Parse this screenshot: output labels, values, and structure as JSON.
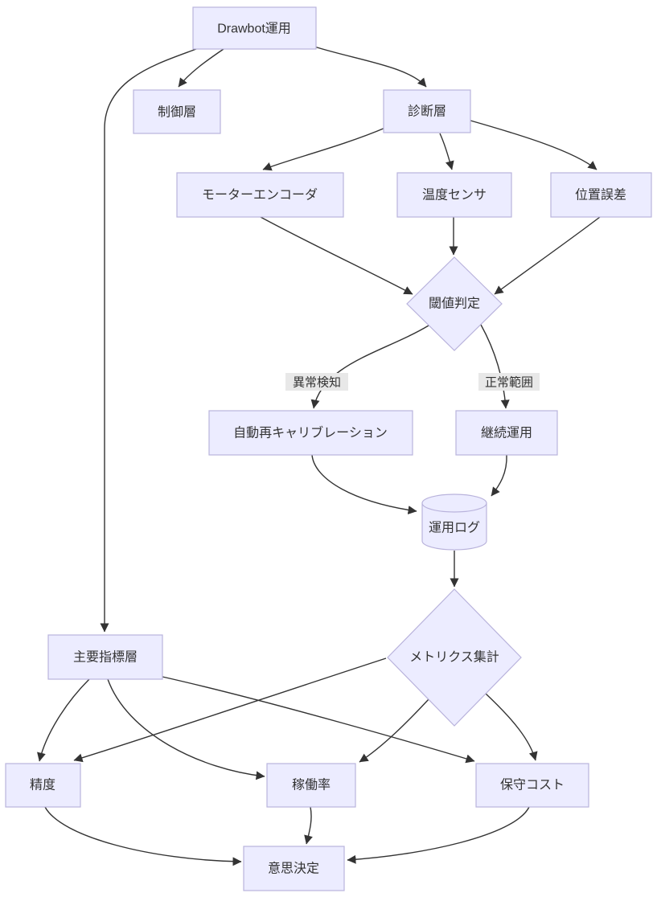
{
  "diagram": {
    "type": "flowchart",
    "nodes": {
      "root": {
        "label": "Drawbot運用",
        "shape": "rect"
      },
      "control": {
        "label": "制御層",
        "shape": "rect"
      },
      "diag": {
        "label": "診断層",
        "shape": "rect"
      },
      "encoder": {
        "label": "モーターエンコーダ",
        "shape": "rect"
      },
      "temp": {
        "label": "温度センサ",
        "shape": "rect"
      },
      "poserr": {
        "label": "位置誤差",
        "shape": "rect"
      },
      "threshold": {
        "label": "閾値判定",
        "shape": "diamond"
      },
      "recalib": {
        "label": "自動再キャリブレーション",
        "shape": "rect"
      },
      "continueop": {
        "label": "継続運用",
        "shape": "rect"
      },
      "log": {
        "label": "運用ログ",
        "shape": "cylinder"
      },
      "metrics": {
        "label": "メトリクス集計",
        "shape": "diamond"
      },
      "kpi": {
        "label": "主要指標層",
        "shape": "rect"
      },
      "accuracy": {
        "label": "精度",
        "shape": "rect"
      },
      "uptime": {
        "label": "稼働率",
        "shape": "rect"
      },
      "maintenance": {
        "label": "保守コスト",
        "shape": "rect"
      },
      "decision": {
        "label": "意思決定",
        "shape": "rect"
      }
    },
    "edge_labels": {
      "anomaly": "異常検知",
      "normal": "正常範囲"
    },
    "edges": [
      {
        "from": "root",
        "to": "control"
      },
      {
        "from": "root",
        "to": "diag"
      },
      {
        "from": "root",
        "to": "kpi"
      },
      {
        "from": "diag",
        "to": "encoder"
      },
      {
        "from": "diag",
        "to": "temp"
      },
      {
        "from": "diag",
        "to": "poserr"
      },
      {
        "from": "encoder",
        "to": "threshold"
      },
      {
        "from": "temp",
        "to": "threshold"
      },
      {
        "from": "poserr",
        "to": "threshold"
      },
      {
        "from": "threshold",
        "to": "recalib",
        "label": "異常検知"
      },
      {
        "from": "threshold",
        "to": "continueop",
        "label": "正常範囲"
      },
      {
        "from": "recalib",
        "to": "log"
      },
      {
        "from": "continueop",
        "to": "log"
      },
      {
        "from": "log",
        "to": "metrics"
      },
      {
        "from": "metrics",
        "to": "accuracy"
      },
      {
        "from": "metrics",
        "to": "uptime"
      },
      {
        "from": "metrics",
        "to": "maintenance"
      },
      {
        "from": "kpi",
        "to": "accuracy"
      },
      {
        "from": "kpi",
        "to": "uptime"
      },
      {
        "from": "kpi",
        "to": "maintenance"
      },
      {
        "from": "accuracy",
        "to": "decision"
      },
      {
        "from": "uptime",
        "to": "decision"
      },
      {
        "from": "maintenance",
        "to": "decision"
      }
    ],
    "colors": {
      "background": "#ffffff",
      "node_fill": "#ececff",
      "node_border": "#b9b3dc",
      "text": "#333333",
      "edge": "#333333",
      "edge_label_bg": "#e8e8e8"
    }
  }
}
